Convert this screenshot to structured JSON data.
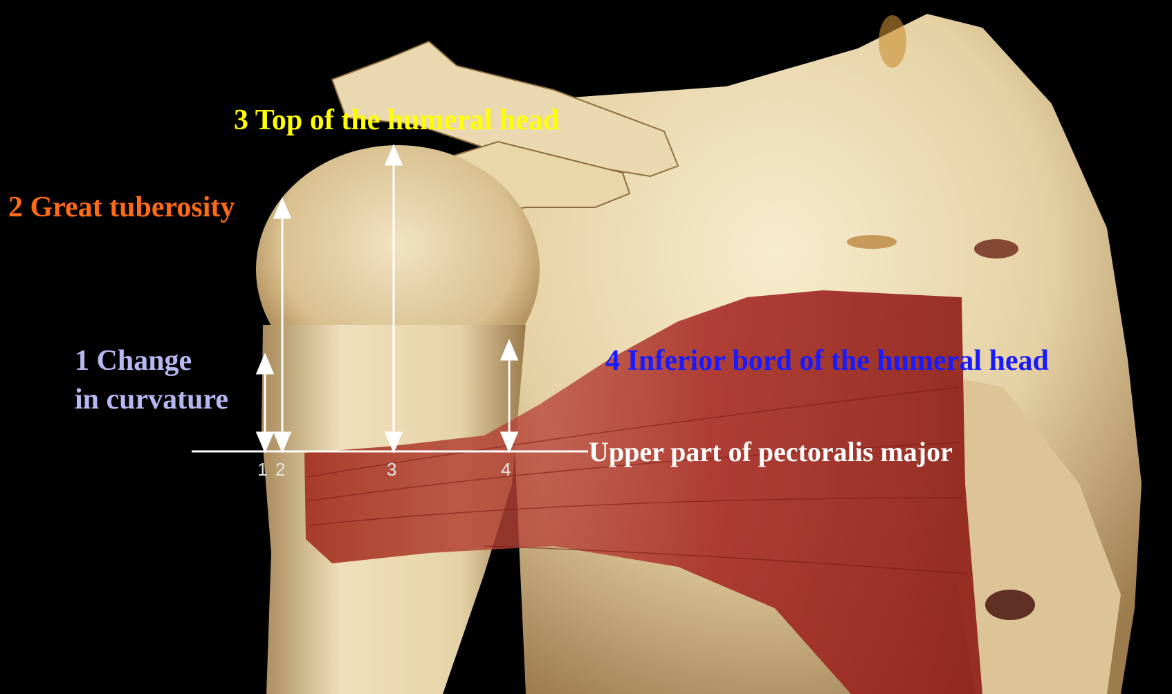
{
  "labels": {
    "change_curvature_line1": "1 Change",
    "change_curvature_line2": "in curvature",
    "great_tuberosity": "2 Great tuberosity",
    "top_humeral_head": "3 Top of the humeral head",
    "inferior_bord": "4 Inferior bord of the humeral head",
    "reference_line": "Upper part of pectoralis major"
  },
  "ticks": [
    "1",
    "2",
    "3",
    "4"
  ],
  "colors": {
    "background": "#000000",
    "label_1": "#b7b7f2",
    "label_2": "#ff6a14",
    "label_3": "#ffff00",
    "label_4": "#1a1aff",
    "reference_label": "#ffffff",
    "bone": "#ecdcb4",
    "bone_shadow": "#a7875a",
    "muscle": "#9c2a22",
    "arrows": "#ffffff"
  }
}
